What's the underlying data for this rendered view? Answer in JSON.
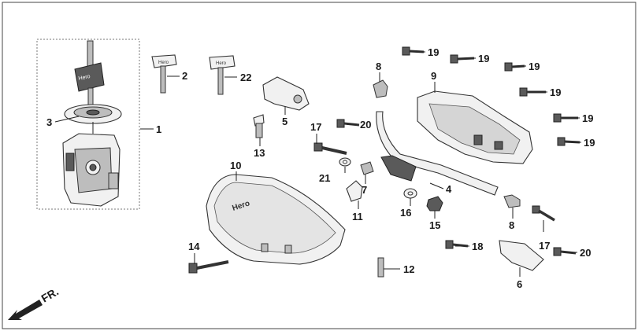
{
  "diagram": {
    "direction_label": "FR.",
    "callouts": [
      {
        "id": "c1",
        "text": "1"
      },
      {
        "id": "c2",
        "text": "2"
      },
      {
        "id": "c3",
        "text": "3"
      },
      {
        "id": "c4",
        "text": "4"
      },
      {
        "id": "c5",
        "text": "5"
      },
      {
        "id": "c6",
        "text": "6"
      },
      {
        "id": "c7",
        "text": "7"
      },
      {
        "id": "c8a",
        "text": "8"
      },
      {
        "id": "c8b",
        "text": "8"
      },
      {
        "id": "c9",
        "text": "9"
      },
      {
        "id": "c10",
        "text": "10"
      },
      {
        "id": "c11",
        "text": "11"
      },
      {
        "id": "c12",
        "text": "12"
      },
      {
        "id": "c13",
        "text": "13"
      },
      {
        "id": "c14",
        "text": "14"
      },
      {
        "id": "c15",
        "text": "15"
      },
      {
        "id": "c16",
        "text": "16"
      },
      {
        "id": "c17a",
        "text": "17"
      },
      {
        "id": "c17b",
        "text": "17"
      },
      {
        "id": "c18",
        "text": "18"
      },
      {
        "id": "c19a",
        "text": "19"
      },
      {
        "id": "c19b",
        "text": "19"
      },
      {
        "id": "c19c",
        "text": "19"
      },
      {
        "id": "c19d",
        "text": "19"
      },
      {
        "id": "c19e",
        "text": "19"
      },
      {
        "id": "c19f",
        "text": "19"
      },
      {
        "id": "c20a",
        "text": "20"
      },
      {
        "id": "c20b",
        "text": "20"
      },
      {
        "id": "c21",
        "text": "21"
      },
      {
        "id": "c22",
        "text": "22"
      }
    ],
    "logo_text": "Hero"
  }
}
